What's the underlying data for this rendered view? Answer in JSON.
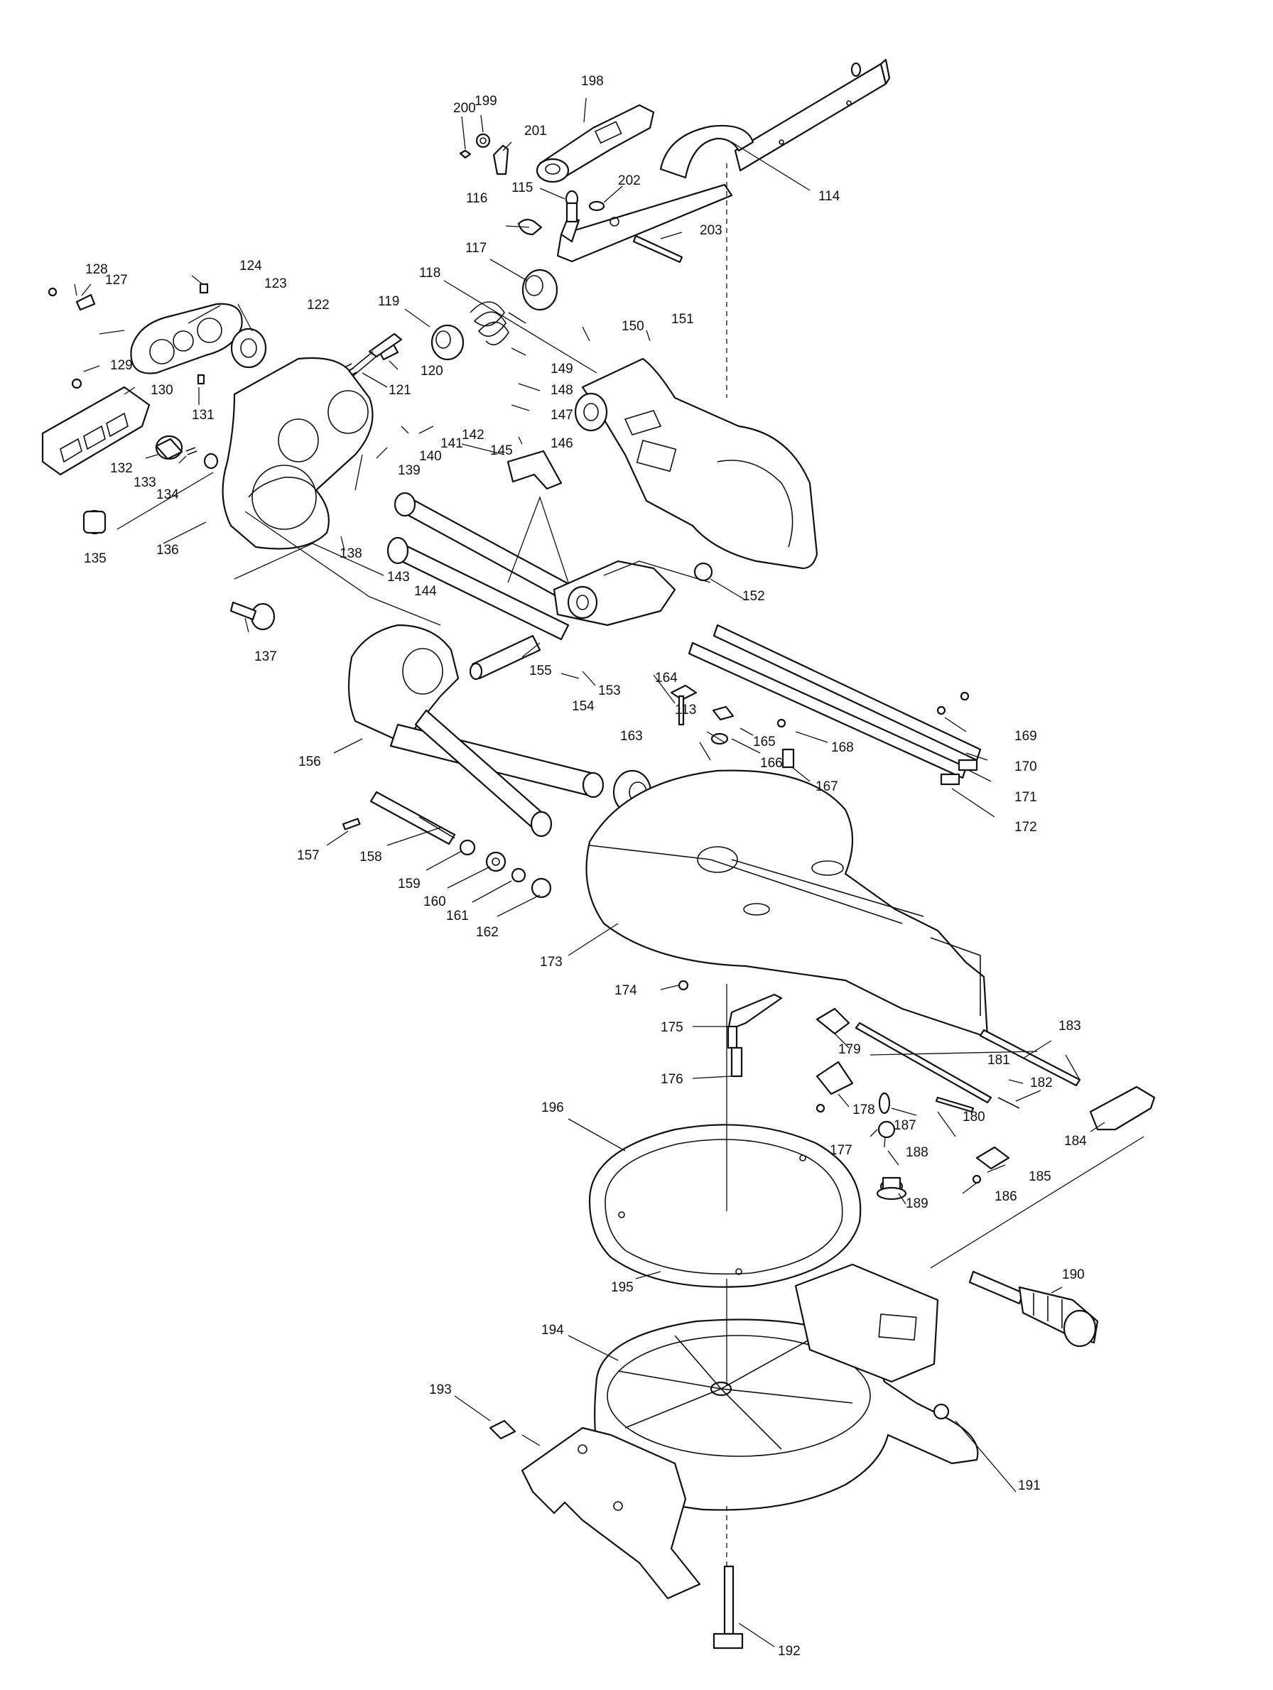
{
  "diagram": {
    "labels": {
      "p113": "113",
      "p114": "114",
      "p115": "115",
      "p116": "116",
      "p117": "117",
      "p118": "118",
      "p119": "119",
      "p120": "120",
      "p121": "121",
      "p122": "122",
      "p123": "123",
      "p124": "124",
      "p127": "127",
      "p128": "128",
      "p129": "129",
      "p130": "130",
      "p131": "131",
      "p132": "132",
      "p133": "133",
      "p134": "134",
      "p135": "135",
      "p136": "136",
      "p137": "137",
      "p138": "138",
      "p139": "139",
      "p140": "140",
      "p141": "141",
      "p142": "142",
      "p143": "143",
      "p144": "144",
      "p145": "145",
      "p146": "146",
      "p147": "147",
      "p148": "148",
      "p149": "149",
      "p150": "150",
      "p151": "151",
      "p152": "152",
      "p153": "153",
      "p154": "154",
      "p155": "155",
      "p156": "156",
      "p157": "157",
      "p158": "158",
      "p159": "159",
      "p160": "160",
      "p161": "161",
      "p162": "162",
      "p163": "163",
      "p164": "164",
      "p165": "165",
      "p166": "166",
      "p167": "167",
      "p168": "168",
      "p169": "169",
      "p170": "170",
      "p171": "171",
      "p172": "172",
      "p173": "173",
      "p174": "174",
      "p175": "175",
      "p176": "176",
      "p177": "177",
      "p178": "178",
      "p179": "179",
      "p180": "180",
      "p181": "181",
      "p182": "182",
      "p183": "183",
      "p184": "184",
      "p185": "185",
      "p186": "186",
      "p187": "187",
      "p188": "188",
      "p189": "189",
      "p190": "190",
      "p191": "191",
      "p192": "192",
      "p193": "193",
      "p194": "194",
      "p195": "195",
      "p196": "196",
      "p198": "198",
      "p199": "199",
      "p200": "200",
      "p201": "201",
      "p202": "202",
      "p203": "203"
    }
  }
}
